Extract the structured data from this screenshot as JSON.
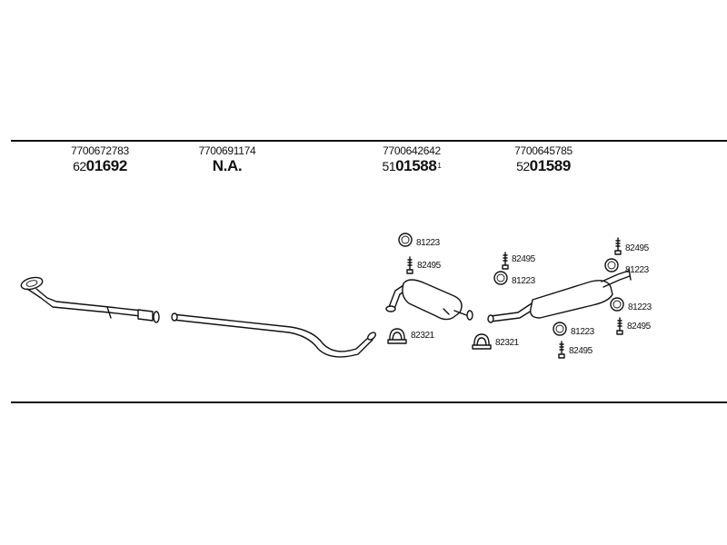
{
  "parts": [
    {
      "oe": "7700672783",
      "prefix": "62",
      "main": "01692",
      "suffix": ""
    },
    {
      "oe": "7700691174",
      "prefix": "",
      "main": "N.A.",
      "suffix": ""
    },
    {
      "oe": "7700642642",
      "prefix": "51",
      "main": "01588",
      "suffix": "1"
    },
    {
      "oe": "7700645785",
      "prefix": "52",
      "main": "01589",
      "suffix": ""
    }
  ],
  "hardware": {
    "ring_81223": "81223",
    "hanger_82495": "82495",
    "clamp_82321": "82321"
  }
}
